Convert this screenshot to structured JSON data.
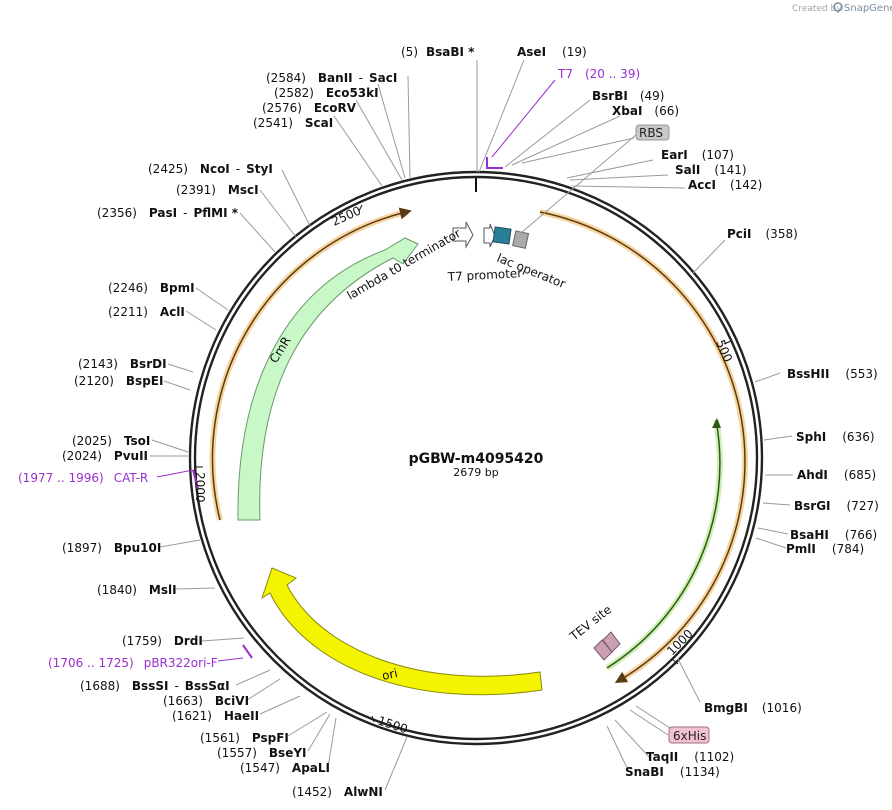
{
  "credit": {
    "text": "Created by",
    "brand": "SnapGene"
  },
  "plasmid": {
    "name": "pGBW-m4095420",
    "length": "2679 bp"
  },
  "enzymes": [
    {
      "name": "BsaBI",
      "star": true,
      "pos": "(5)",
      "side": "left"
    },
    {
      "name": "AseI",
      "pos": "(19)",
      "side": "right"
    },
    {
      "name": "BsrBI",
      "pos": "(49)",
      "side": "right"
    },
    {
      "name": "XbaI",
      "pos": "(66)",
      "side": "right"
    },
    {
      "name": "EarI",
      "pos": "(107)",
      "side": "right"
    },
    {
      "name": "SalI",
      "pos": "(141)",
      "side": "right"
    },
    {
      "name": "AccI",
      "pos": "(142)",
      "side": "right"
    },
    {
      "name": "PciI",
      "pos": "(358)",
      "side": "right"
    },
    {
      "name": "BssHII",
      "pos": "(553)",
      "side": "right"
    },
    {
      "name": "SphI",
      "pos": "(636)",
      "side": "right"
    },
    {
      "name": "AhdI",
      "pos": "(685)",
      "side": "right"
    },
    {
      "name": "BsrGI",
      "pos": "(727)",
      "side": "right"
    },
    {
      "name": "BsaHI",
      "pos": "(766)",
      "side": "right"
    },
    {
      "name": "PmlI",
      "pos": "(784)",
      "side": "right"
    },
    {
      "name": "BmgBI",
      "pos": "(1016)",
      "side": "right"
    },
    {
      "name": "TaqII",
      "pos": "(1102)",
      "side": "right"
    },
    {
      "name": "SnaBI",
      "pos": "(1134)",
      "side": "right"
    },
    {
      "name": "AlwNI",
      "pos": "(1452)",
      "side": "left"
    },
    {
      "name": "ApaLI",
      "pos": "(1547)",
      "side": "left"
    },
    {
      "name": "BseYI",
      "pos": "(1557)",
      "side": "left"
    },
    {
      "name": "PspFI",
      "pos": "(1561)",
      "side": "left"
    },
    {
      "name": "HaeII",
      "pos": "(1621)",
      "side": "left"
    },
    {
      "name": "BciVI",
      "pos": "(1663)",
      "side": "left"
    },
    {
      "name": "BssSI",
      "alt": "BssSαI",
      "pos": "(1688)",
      "side": "left"
    },
    {
      "name": "DrdI",
      "pos": "(1759)",
      "side": "left"
    },
    {
      "name": "MslI",
      "pos": "(1840)",
      "side": "left"
    },
    {
      "name": "Bpu10I",
      "pos": "(1897)",
      "side": "left"
    },
    {
      "name": "PvuII",
      "pos": "(2024)",
      "side": "left"
    },
    {
      "name": "TsoI",
      "pos": "(2025)",
      "side": "left"
    },
    {
      "name": "BspEI",
      "pos": "(2120)",
      "side": "left"
    },
    {
      "name": "BsrDI",
      "pos": "(2143)",
      "side": "left"
    },
    {
      "name": "AclI",
      "pos": "(2211)",
      "side": "left"
    },
    {
      "name": "BpmI",
      "pos": "(2246)",
      "side": "left"
    },
    {
      "name": "PasI",
      "alt": "PflMI",
      "star": true,
      "pos": "(2356)",
      "side": "left"
    },
    {
      "name": "MscI",
      "pos": "(2391)",
      "side": "left"
    },
    {
      "name": "NcoI",
      "alt": "StyI",
      "pos": "(2425)",
      "side": "left"
    },
    {
      "name": "ScaI",
      "pos": "(2541)",
      "side": "left"
    },
    {
      "name": "EcoRV",
      "pos": "(2576)",
      "side": "left"
    },
    {
      "name": "Eco53kI",
      "pos": "(2582)",
      "side": "left"
    },
    {
      "name": "BanII",
      "alt": "SacI",
      "pos": "(2584)",
      "side": "left"
    }
  ],
  "primers": [
    {
      "name": "T7",
      "range": "(20 .. 39)"
    },
    {
      "name": "CAT-R",
      "range": "(1977 .. 1996)"
    },
    {
      "name": "pBR322ori-F",
      "range": "(1706 .. 1725)"
    }
  ],
  "features": {
    "rbs": "RBS",
    "his": "6xHis",
    "tev": "TEV site",
    "lambda": "lambda t0 terminator",
    "t7prom": "T7 promoter",
    "lacop": "lac operator",
    "cmr": "CmR",
    "ori": "ori"
  },
  "ticks": [
    "500",
    "1000",
    "1500",
    "2000",
    "2500"
  ],
  "colors": {
    "backbone": "#222222",
    "cmr": "#c8f7c8",
    "ori": "#f4f400",
    "orange": "#e8a33a",
    "green": "#6cc44a",
    "primer": "#9b2fd0",
    "lacop": "#2a7f96",
    "grey": "#aaaaaa",
    "tev": "#c9a0b2"
  }
}
